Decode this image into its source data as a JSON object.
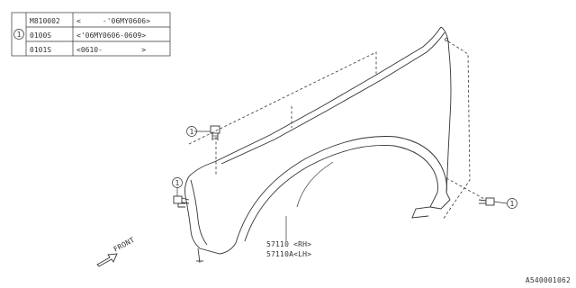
{
  "parts_table": {
    "callout": "1",
    "rows": [
      {
        "part_no": "M810002",
        "range": "<     -'06MY0606>"
      },
      {
        "part_no": "0100S",
        "range": "<'06MY0606-0609>"
      },
      {
        "part_no": "0101S",
        "range": "<0610-         >"
      }
    ]
  },
  "callouts": [
    "1",
    "1",
    "1"
  ],
  "part_labels": {
    "rh": "57110 <RH>",
    "lh": "57110A<LH>"
  },
  "direction_label": "FRONT",
  "diagram_id": "A540001062"
}
